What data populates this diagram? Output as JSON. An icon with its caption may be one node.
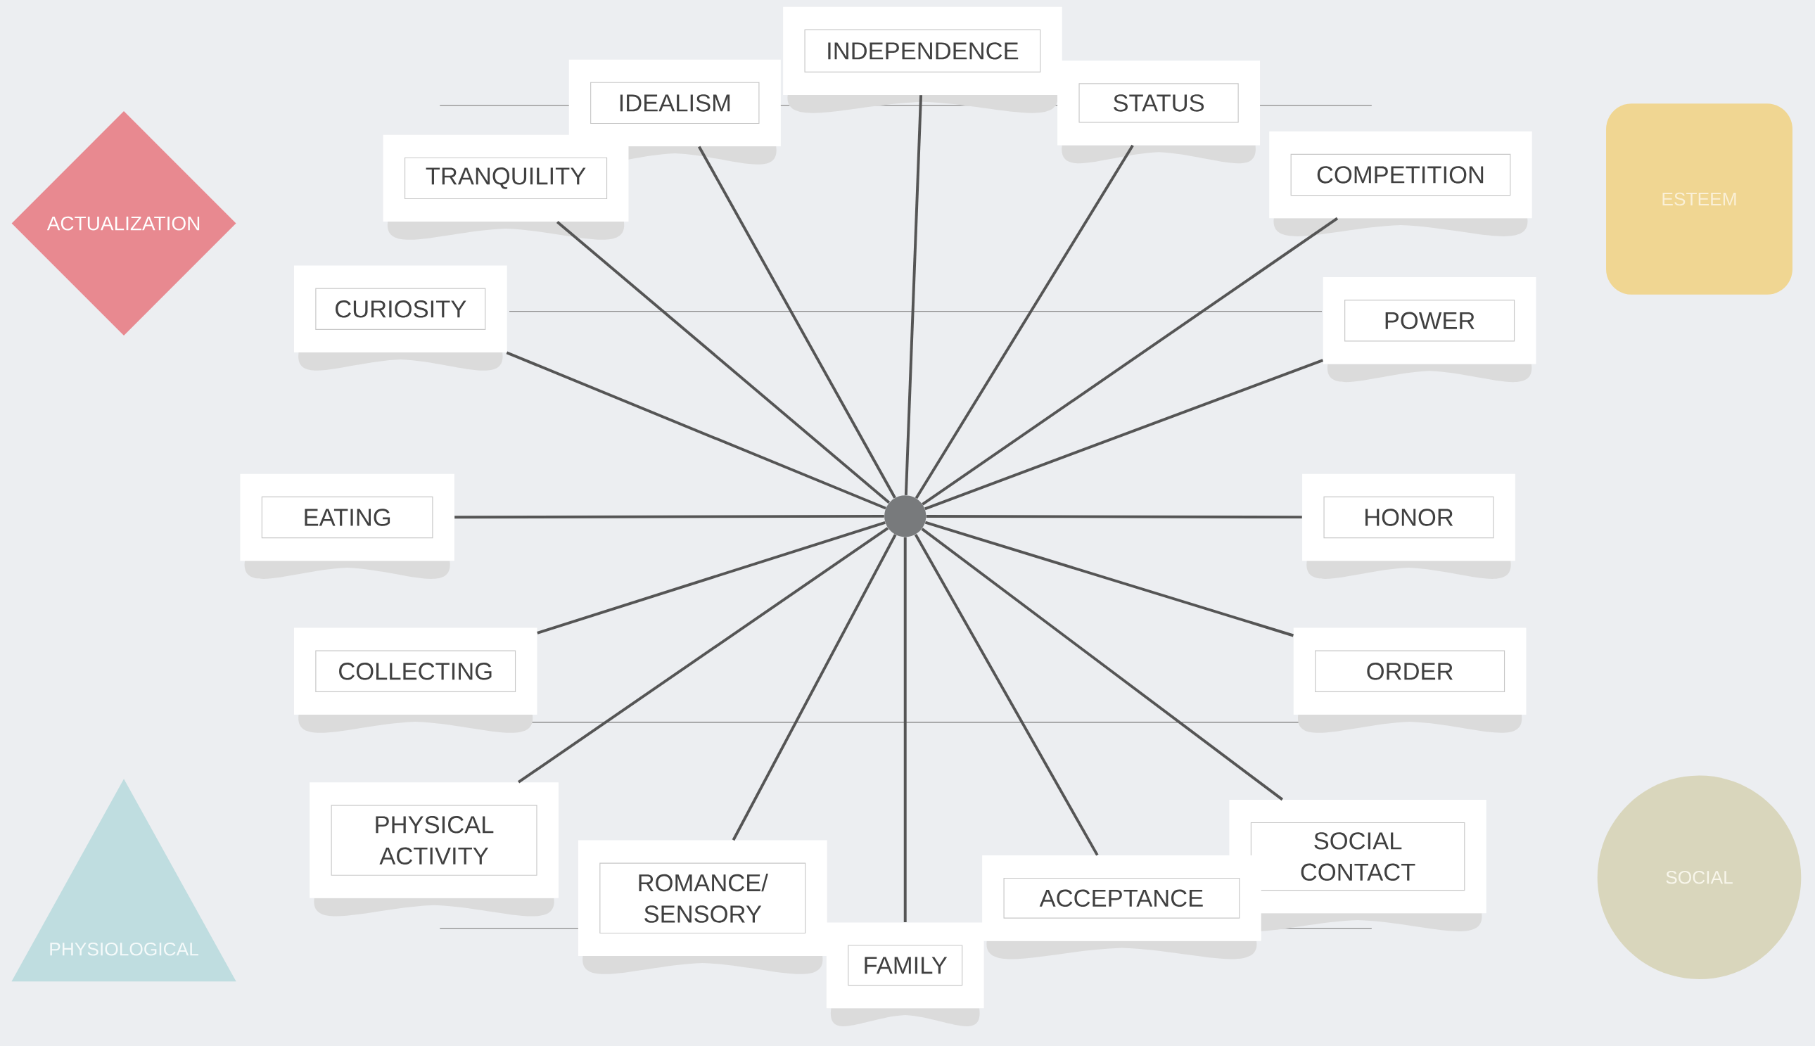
{
  "diagram": {
    "nodes": [
      {
        "text": [
          "INDEPENDENCE"
        ]
      },
      {
        "text": [
          "IDEALISM"
        ]
      },
      {
        "text": [
          "STATUS"
        ]
      },
      {
        "text": [
          "TRANQUILITY"
        ]
      },
      {
        "text": [
          "COMPETITION"
        ]
      },
      {
        "text": [
          "ACTUALIZATION"
        ]
      },
      {
        "text": [
          "ESTEEM"
        ]
      },
      {
        "text": [
          "CURIOSITY"
        ]
      },
      {
        "text": [
          "POWER"
        ]
      },
      {
        "text": [
          "EATING"
        ]
      },
      {
        "text": [],
        "shape": "circle"
      },
      {
        "text": [
          "HONOR"
        ]
      },
      {
        "text": [
          "COLLECTING"
        ]
      },
      {
        "text": [
          "ORDER"
        ]
      },
      {
        "text": [
          "PHYSICAL ACTIVITY"
        ]
      },
      {
        "text": [
          "SOCIAL CONTACT"
        ]
      },
      {
        "text": [
          "ROMANCE/ SENSORY"
        ]
      },
      {
        "text": [
          "ACCEPTANCE"
        ]
      },
      {
        "text": [
          "SOCIAL"
        ]
      },
      {
        "text": [
          "PHYSIOLOGICAL"
        ]
      },
      {
        "text": [
          "FAMILY"
        ]
      }
    ],
    "edges": [
      {
        "from": 10,
        "to": 0,
        "arrow": "none"
      },
      {
        "from": 10,
        "to": 1,
        "arrow": "none"
      },
      {
        "from": 10,
        "to": 2,
        "arrow": "none"
      },
      {
        "from": 10,
        "to": 3,
        "arrow": "none"
      },
      {
        "from": 10,
        "to": 4,
        "arrow": "none"
      },
      {
        "from": 10,
        "to": 7,
        "arrow": "none"
      },
      {
        "from": 10,
        "to": 8,
        "arrow": "none"
      },
      {
        "from": 10,
        "to": 9,
        "arrow": "none"
      },
      {
        "from": 10,
        "to": 11,
        "arrow": "none"
      },
      {
        "from": 10,
        "to": 12,
        "arrow": "none"
      },
      {
        "from": 10,
        "to": 13,
        "arrow": "none"
      },
      {
        "from": 10,
        "to": 14,
        "arrow": "none"
      },
      {
        "from": 10,
        "to": 15,
        "arrow": "none"
      },
      {
        "from": 10,
        "to": 16,
        "arrow": "none"
      },
      {
        "from": 10,
        "to": 17,
        "arrow": "none"
      },
      {
        "from": 10,
        "to": 20,
        "arrow": "none"
      }
    ]
  }
}
